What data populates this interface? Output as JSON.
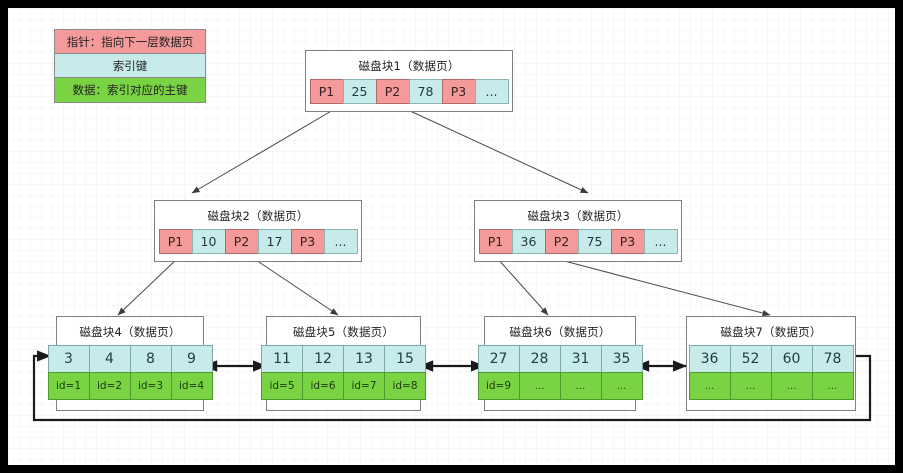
{
  "diagram": {
    "title": "B+Tree index structure",
    "colors": {
      "pointer": "#f49a9a",
      "key": "#c7eaea",
      "data": "#79d342",
      "node_border": "#7f7f7f",
      "line": "#4a4a4a",
      "page_background": "#ffffff",
      "outer_frame": "#000000"
    }
  },
  "legend": {
    "rows": [
      {
        "label": "指针：指向下一层数据页",
        "kind": "pointer"
      },
      {
        "label": "索引键",
        "kind": "key"
      },
      {
        "label": "数据：索引对应的主键",
        "kind": "data"
      }
    ]
  },
  "root": {
    "title": "磁盘块1（数据页）",
    "cells": [
      {
        "text": "P1",
        "kind": "ptr"
      },
      {
        "text": "25",
        "kind": "key"
      },
      {
        "text": "P2",
        "kind": "ptr"
      },
      {
        "text": "78",
        "kind": "key"
      },
      {
        "text": "P3",
        "kind": "ptr"
      },
      {
        "text": "...",
        "kind": "key"
      }
    ]
  },
  "internal": [
    {
      "title": "磁盘块2（数据页）",
      "cells": [
        {
          "text": "P1",
          "kind": "ptr"
        },
        {
          "text": "10",
          "kind": "key"
        },
        {
          "text": "P2",
          "kind": "ptr"
        },
        {
          "text": "17",
          "kind": "key"
        },
        {
          "text": "P3",
          "kind": "ptr"
        },
        {
          "text": "...",
          "kind": "key"
        }
      ]
    },
    {
      "title": "磁盘块3（数据页）",
      "cells": [
        {
          "text": "P1",
          "kind": "ptr"
        },
        {
          "text": "36",
          "kind": "key"
        },
        {
          "text": "P2",
          "kind": "ptr"
        },
        {
          "text": "75",
          "kind": "key"
        },
        {
          "text": "P3",
          "kind": "ptr"
        },
        {
          "text": "...",
          "kind": "key"
        }
      ]
    }
  ],
  "leaves": [
    {
      "title": "磁盘块4（数据页）",
      "keys": [
        "3",
        "4",
        "8",
        "9"
      ],
      "values": [
        "id=1",
        "id=2",
        "id=3",
        "id=4"
      ]
    },
    {
      "title": "磁盘块5（数据页）",
      "keys": [
        "11",
        "12",
        "13",
        "15"
      ],
      "values": [
        "id=5",
        "id=6",
        "id=7",
        "id=8"
      ]
    },
    {
      "title": "磁盘块6（数据页）",
      "keys": [
        "27",
        "28",
        "31",
        "35"
      ],
      "values": [
        "id=9",
        "...",
        "...",
        "..."
      ]
    },
    {
      "title": "磁盘块7（数据页）",
      "keys": [
        "36",
        "52",
        "60",
        "78"
      ],
      "values": [
        "...",
        "...",
        "...",
        "..."
      ]
    }
  ]
}
